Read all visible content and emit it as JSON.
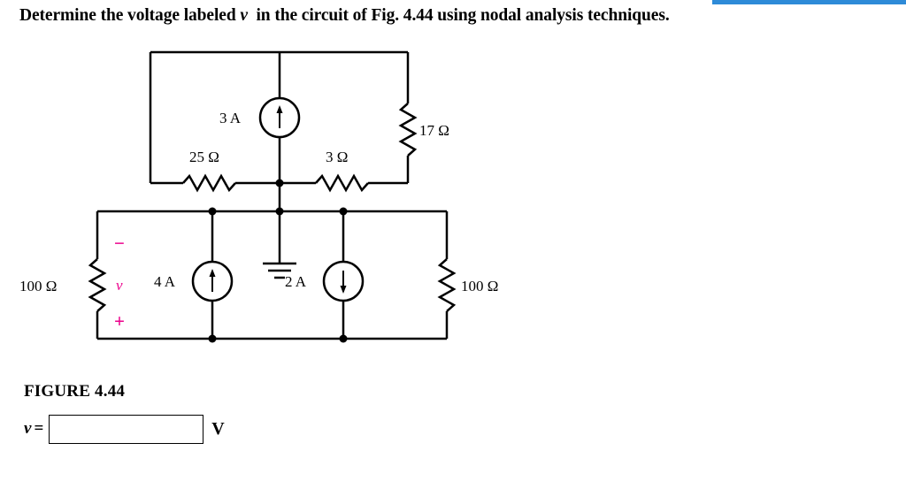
{
  "accent_color": "#2e8bd8",
  "polarity_color": "#ec008c",
  "wire_color": "#000000",
  "question": {
    "text_before_var": "Determine the voltage labeled",
    "variable": "v",
    "text_after_var": "in the circuit of Fig. 4.44 using nodal analysis techniques."
  },
  "figure": {
    "caption": "FIGURE 4.44",
    "components": {
      "source_3a": "3 A",
      "resistor_25": "25 Ω",
      "resistor_3": "3 Ω",
      "resistor_17": "17 Ω",
      "resistor_100_left": "100 Ω",
      "resistor_100_right": "100 Ω",
      "source_4a": "4 A",
      "source_2a": "2 A",
      "polarity_minus": "−",
      "polarity_plus": "+",
      "voltage_label": "v"
    }
  },
  "answer": {
    "variable": "v",
    "equals": "=",
    "value": "",
    "placeholder": "",
    "unit": "V"
  },
  "circuit_data": {
    "type": "schematic",
    "elements": [
      {
        "name": "3 A current source",
        "value": "3 A",
        "direction": "up",
        "branch": "center-upper"
      },
      {
        "name": "25 ohm resistor",
        "value": "25 Ω",
        "orientation": "horizontal",
        "branch": "upper-left"
      },
      {
        "name": "3 ohm resistor",
        "value": "3 Ω",
        "orientation": "horizontal",
        "branch": "upper-right"
      },
      {
        "name": "17 ohm resistor",
        "value": "17 Ω",
        "orientation": "vertical",
        "branch": "upper-right-rail"
      },
      {
        "name": "100 ohm resistor left",
        "value": "100 Ω",
        "orientation": "vertical",
        "branch": "lower-left-rail"
      },
      {
        "name": "4 A current source",
        "value": "4 A",
        "direction": "up",
        "branch": "lower-center-left"
      },
      {
        "name": "2 A current source",
        "value": "2 A",
        "direction": "down",
        "branch": "lower-center-right"
      },
      {
        "name": "100 ohm resistor right",
        "value": "100 Ω",
        "orientation": "vertical",
        "branch": "lower-right-rail"
      },
      {
        "name": "ground reference",
        "value": "ground",
        "branch": "lower-center"
      }
    ]
  }
}
